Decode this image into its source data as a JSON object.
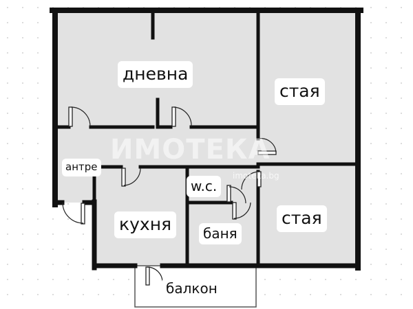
{
  "plan": {
    "rooms": [
      {
        "id": "living",
        "label": "дневна"
      },
      {
        "id": "room1",
        "label": "стая"
      },
      {
        "id": "room2",
        "label": "стая"
      },
      {
        "id": "hall",
        "label": "антре"
      },
      {
        "id": "wc",
        "label": "w.c."
      },
      {
        "id": "kitchen",
        "label": "кухня"
      },
      {
        "id": "bathroom",
        "label": "баня"
      },
      {
        "id": "balcony",
        "label": "балкон"
      }
    ],
    "watermark": "ИМОТЕКА",
    "watermark_url": "imoteka.bg"
  }
}
